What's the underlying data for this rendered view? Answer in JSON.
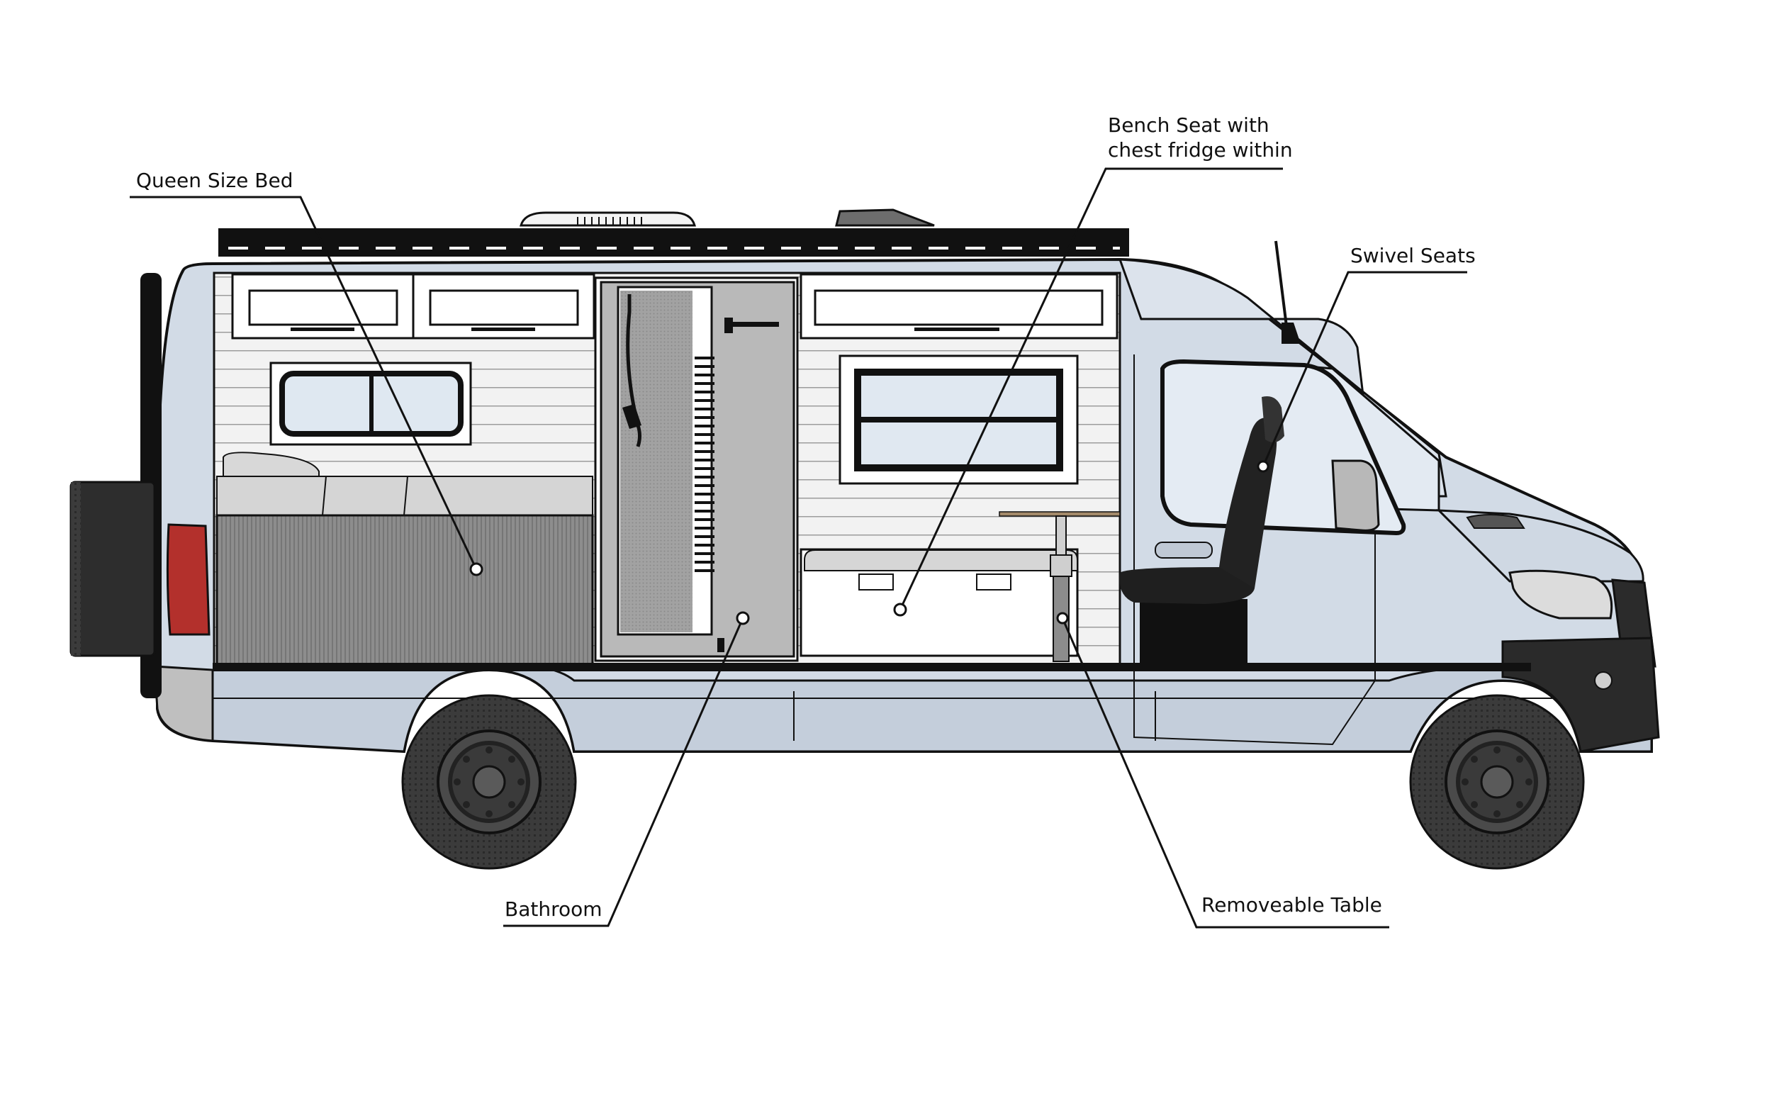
{
  "callouts": {
    "queen_bed": {
      "label": "Queen Size Bed"
    },
    "bench_seat": {
      "line1": "Bench Seat with",
      "line2": "chest fridge within"
    },
    "swivel_seats": {
      "label": "Swivel Seats"
    },
    "bathroom": {
      "label": "Bathroom"
    },
    "table": {
      "label": "Removeable Table"
    }
  },
  "colors": {
    "van_body": "#d2dbe6",
    "van_panel": "#c6d0dc",
    "interior_wall": "#efefef",
    "wall_lines": "#a7a7a7",
    "bed_base": "#8a8a8a",
    "bathroom_door": "#b9b9b9",
    "tire": "#3a3a3a",
    "rim": "#555555",
    "outline": "#111111",
    "tail_light": "#b3302c",
    "leader_line": "#111111"
  }
}
